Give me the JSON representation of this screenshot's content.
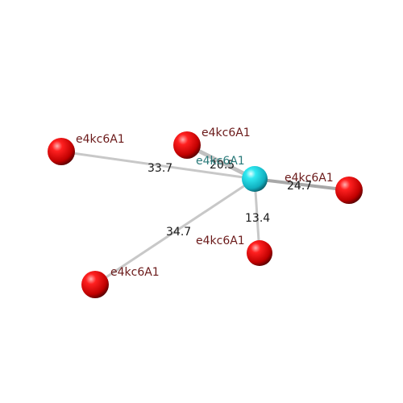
{
  "colors": {
    "center_atom": "#18d8e0",
    "neighbor_atom": "#e00000",
    "neighbor_label": "#6b1a1a",
    "center_label": "#2a7a7a",
    "bond": "#c8c8c8",
    "distance_text": "#1a1a1a"
  },
  "center": {
    "label": "e4kc6A1"
  },
  "neighbors": [
    {
      "label": "e4kc6A1",
      "distance": "33.7"
    },
    {
      "label": "e4kc6A1",
      "distance": "20.5"
    },
    {
      "label": "e4kc6A1",
      "distance": "24.7"
    },
    {
      "label": "e4kc6A1",
      "distance": "13.4"
    },
    {
      "label": "e4kc6A1",
      "distance": "34.7"
    }
  ]
}
